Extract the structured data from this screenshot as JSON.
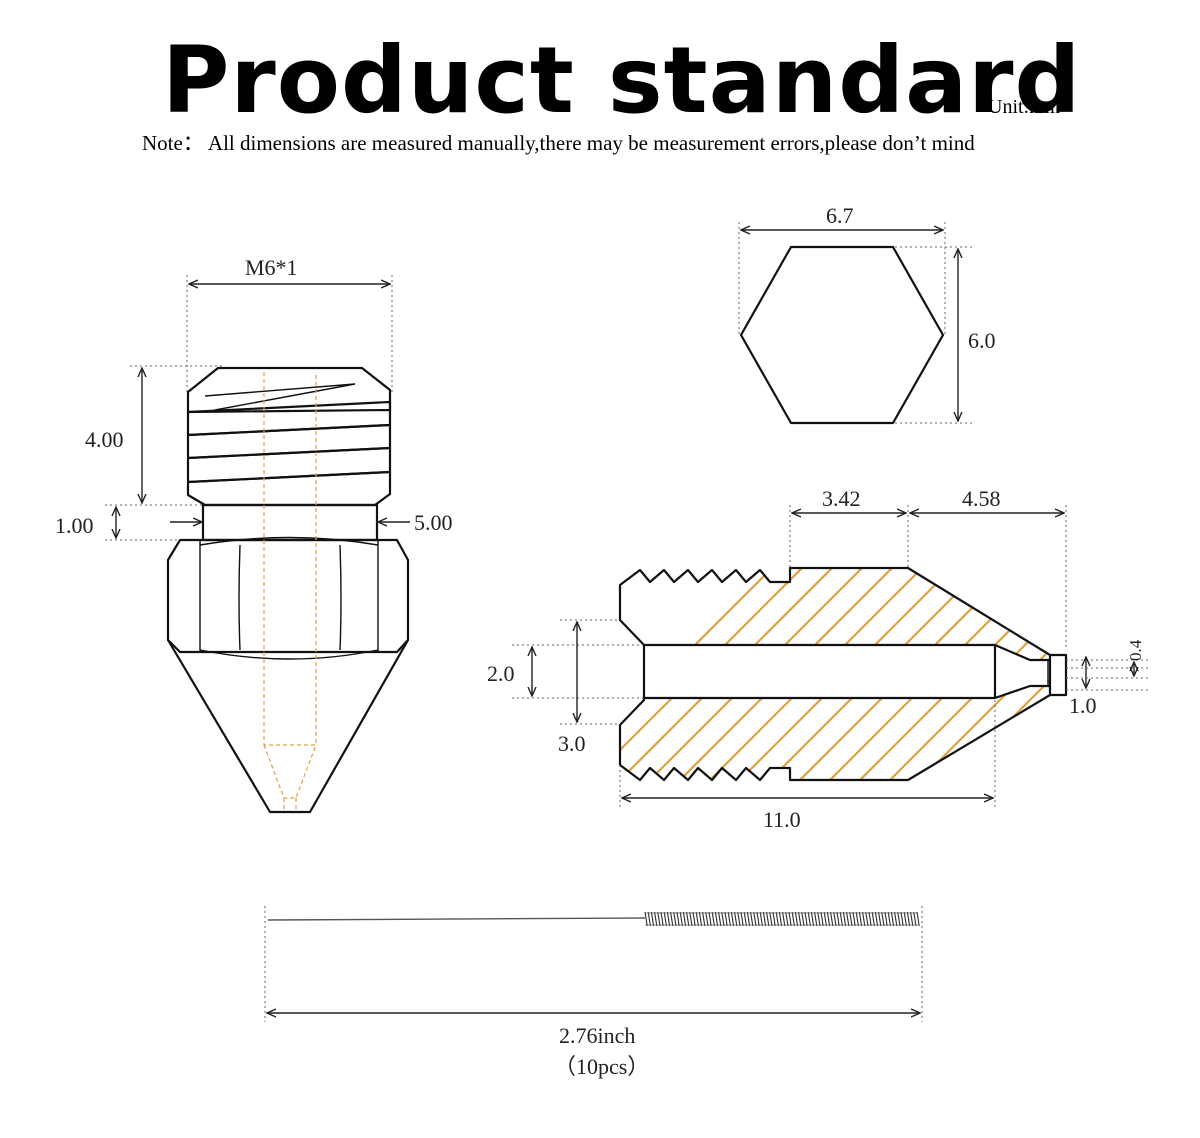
{
  "header": {
    "title": "Product standard",
    "unit": "Unit:mm",
    "note": "Note：  All dimensions are measured manually,there may be measurement errors,please don’t mind"
  },
  "side_view": {
    "thread": "M6*1",
    "thread_height": "4.00",
    "neck_height": "1.00",
    "neck_diameter": "5.00"
  },
  "hex_view": {
    "width": "6.7",
    "height": "6.0"
  },
  "section_view": {
    "thread_length": "3.42",
    "cone_length": "4.58",
    "bore_diameter": "2.0",
    "inlet_diameter": "3.0",
    "bore_length": "11.0",
    "orifice": "0.4",
    "tip": "1.0"
  },
  "needle": {
    "length": "2.76inch",
    "quantity": "（10pcs）"
  },
  "colors": {
    "outline": "#111111",
    "hatch": "#e0a040"
  }
}
